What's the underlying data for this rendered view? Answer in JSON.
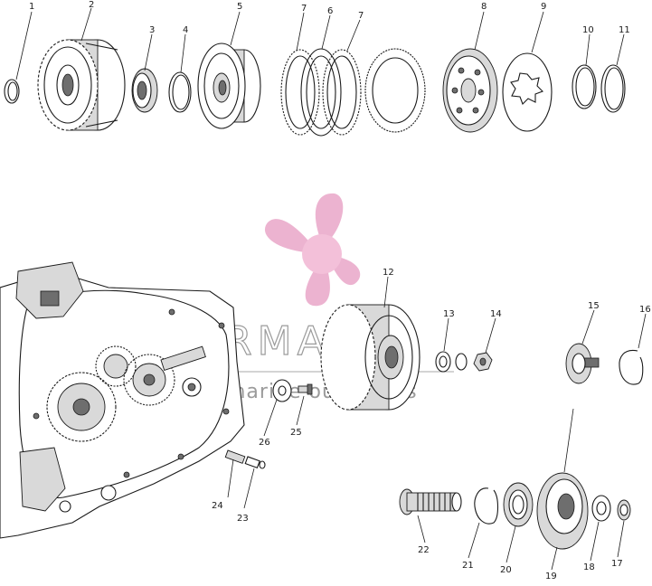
{
  "diagram": {
    "callouts": [
      "1",
      "2",
      "3",
      "4",
      "5",
      "6",
      "7",
      "7",
      "8",
      "9",
      "10",
      "11",
      "12",
      "13",
      "14",
      "15",
      "16",
      "17",
      "18",
      "19",
      "20",
      "21",
      "22",
      "23",
      "24",
      "25",
      "26"
    ]
  },
  "watermark": {
    "brand": "ARMADA",
    "tagline": "marine outboards",
    "logo_color": "#e9a6c8",
    "logo_center_color": "#f2b6d3"
  }
}
